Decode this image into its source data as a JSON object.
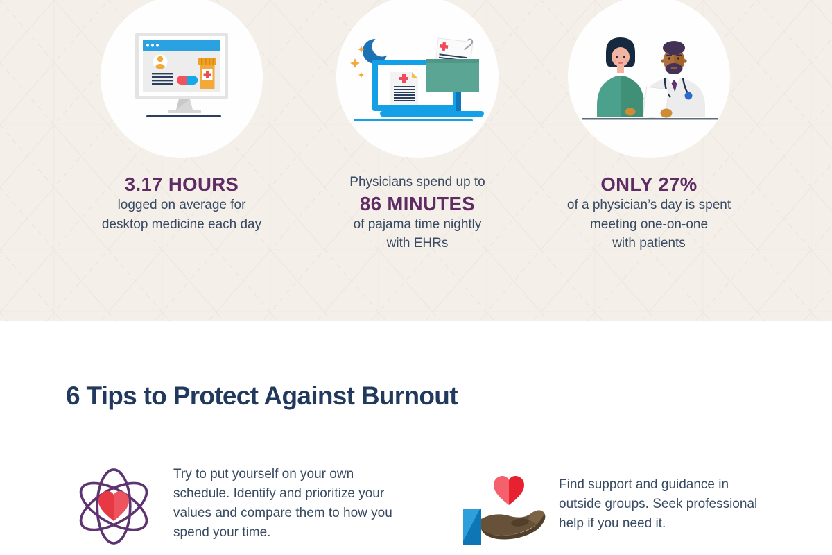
{
  "colors": {
    "hero_background": "#f4efe9",
    "accent_purple": "#5e2b63",
    "body_navy": "#374a61",
    "heading_navy": "#22395e",
    "heart_red": "#e7212f",
    "icon_blue": "#14a0e6",
    "folder_teal": "#5aa593"
  },
  "hero": {
    "stats": [
      {
        "icon": "desktop-medicine-monitor-icon",
        "lead": "",
        "value": "3.17 HOURS",
        "caption": "logged on average for\ndesktop medicine each day"
      },
      {
        "icon": "pajama-time-laptop-icon",
        "lead": "Physicians spend up to",
        "value": "86 MINUTES",
        "caption": "of pajama time nightly\nwith EHRs"
      },
      {
        "icon": "doctor-patient-icon",
        "lead": "",
        "value": "ONLY 27%",
        "caption": "of a physician’s day is spent\nmeeting one-on-one\nwith patients"
      }
    ]
  },
  "tips": {
    "heading": "6 Tips to Protect Against Burnout",
    "items": [
      {
        "icon": "atom-heart-icon",
        "text": "Try to put yourself on your own\nschedule. Identify and prioritize your\nvalues and compare them to how you\nspend your time."
      },
      {
        "icon": "hand-heart-icon",
        "text": "Find support and guidance in\noutside groups. Seek professional\nhelp if you need it."
      }
    ]
  }
}
